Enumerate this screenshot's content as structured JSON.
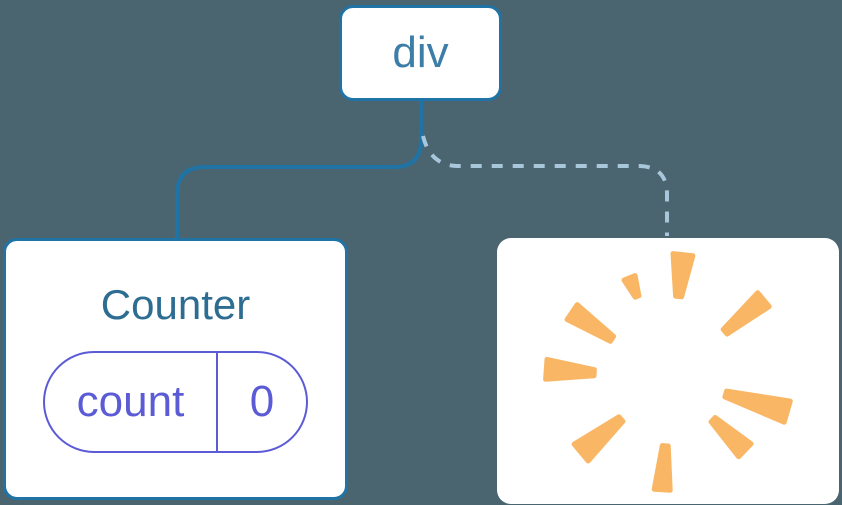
{
  "diagram": {
    "root_node": {
      "label": "div"
    },
    "counter_node": {
      "title": "Counter",
      "state_pill": {
        "key": "count",
        "value": "0"
      }
    },
    "removed_node": {
      "icon": "poof-burst-icon"
    }
  },
  "colors": {
    "background": "#4A6570",
    "node_fill": "#FFFFFF",
    "node_border": "#2073A5",
    "root_label": "#3D7EA8",
    "counter_title": "#2D6D92",
    "state_pill": "#5B5BD6",
    "solid_connector": "#2073A5",
    "dashed_connector": "#A9C7DB",
    "poof": "#F9B765"
  }
}
